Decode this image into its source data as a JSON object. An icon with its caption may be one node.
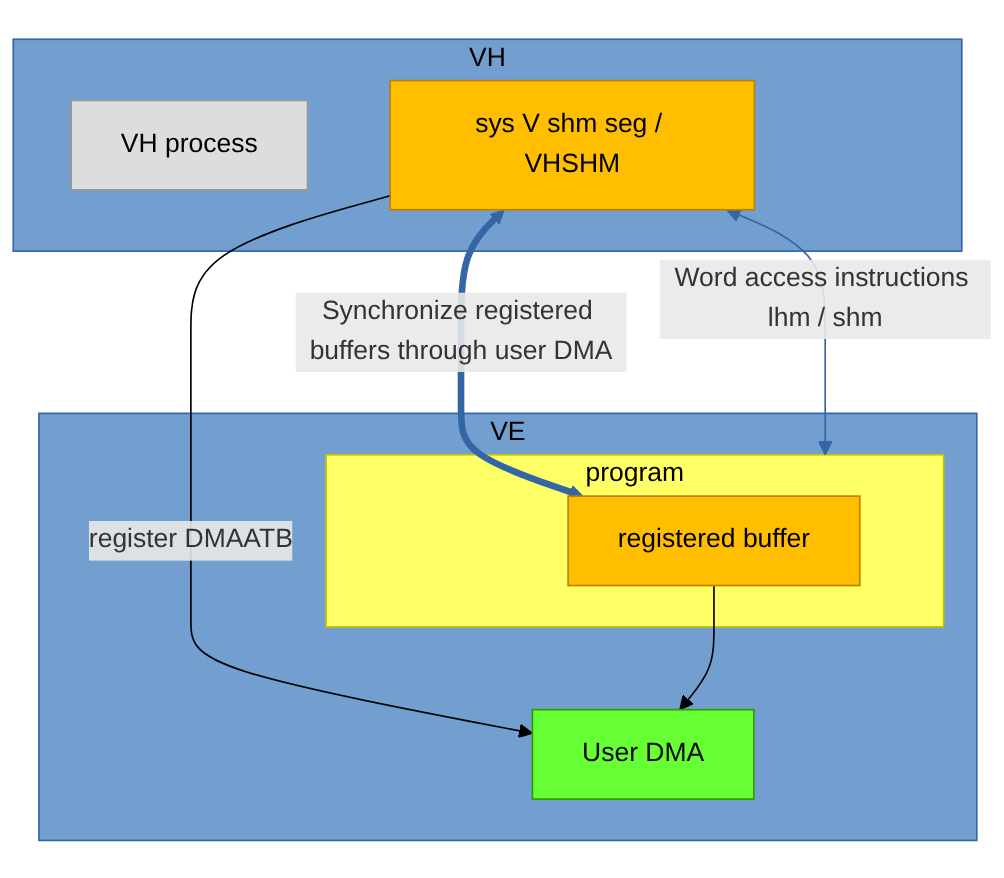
{
  "diagram": {
    "nodes": [
      {
        "text": [
          "VH"
        ]
      },
      {
        "text": [
          "VH process"
        ],
        "in": 0
      },
      {
        "text": [
          "sys V shm seg / VHSHM"
        ],
        "in": 0
      },
      {
        "text": [
          "VE"
        ]
      },
      {
        "text": [
          "User DMA"
        ],
        "in": 3
      },
      {
        "text": [
          "program"
        ],
        "in": 3
      },
      {
        "text": [
          "registered buffer"
        ],
        "in": 5
      }
    ],
    "edges": [
      {
        "from": 2,
        "to": 5,
        "arrow": "both",
        "label": "Word access instructions lhm / shm",
        "color": "#3465a4"
      },
      {
        "from": 2,
        "to": 4,
        "arrow": "to",
        "label": "register DMAATB",
        "color": "#000000"
      },
      {
        "from": 2,
        "to": 6,
        "arrow": "both",
        "label": "Synchronize registered buffers through user DMA",
        "style": "thick",
        "color": "#3465a4"
      },
      {
        "from": 6,
        "to": 4,
        "arrow": "to",
        "color": "#000000"
      }
    ]
  }
}
